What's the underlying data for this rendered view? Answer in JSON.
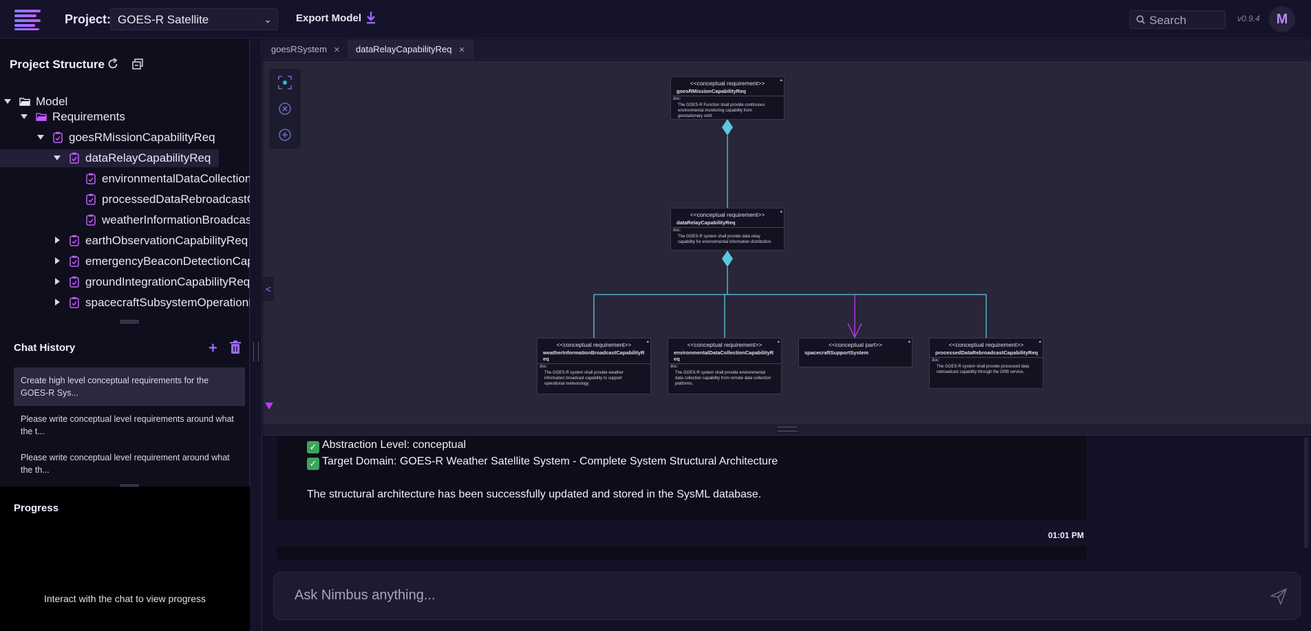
{
  "header": {
    "project_label": "Project:",
    "project_value": "GOES-R Satellite",
    "export_label": "Export Model",
    "search_placeholder": "Search",
    "version": "v0.9.4",
    "avatar_initial": "M"
  },
  "sidebar": {
    "title": "Project Structure",
    "tree": [
      {
        "label": "Model",
        "depth": 0,
        "expand": "down",
        "icon": "folder-open-icon"
      },
      {
        "label": "Requirements",
        "depth": 1,
        "expand": "down",
        "icon": "folder-open-icon"
      },
      {
        "label": "goesRMissionCapabilityReq",
        "depth": 2,
        "expand": "down",
        "icon": "requirement-icon"
      },
      {
        "label": "dataRelayCapabilityReq",
        "depth": 3,
        "expand": "down",
        "icon": "requirement-icon",
        "selected": true
      },
      {
        "label": "environmentalDataCollectionCapabilityReq",
        "depth": 4,
        "expand": "none",
        "icon": "requirement-icon"
      },
      {
        "label": "processedDataRebroadcastCapabilityReq",
        "depth": 4,
        "expand": "none",
        "icon": "requirement-icon"
      },
      {
        "label": "weatherInformationBroadcastCapabilityReq",
        "depth": 4,
        "expand": "none",
        "icon": "requirement-icon"
      },
      {
        "label": "earthObservationCapabilityReq",
        "depth": 3,
        "expand": "right",
        "icon": "requirement-icon"
      },
      {
        "label": "emergencyBeaconDetectionCapabilityReq",
        "depth": 3,
        "expand": "right",
        "icon": "requirement-icon"
      },
      {
        "label": "groundIntegrationCapabilityReq",
        "depth": 3,
        "expand": "right",
        "icon": "requirement-icon"
      },
      {
        "label": "spacecraftSubsystemOperationReq",
        "depth": 3,
        "expand": "right",
        "icon": "requirement-icon"
      }
    ],
    "chat_history_title": "Chat History",
    "chats": [
      "Create high level conceptual requirements for the GOES-R Sys...",
      "Please write conceptual level requirements around what the t...",
      "Please write conceptual level requirement around what the th..."
    ],
    "progress_title": "Progress",
    "progress_hint": "Interact with the chat to view progress"
  },
  "tabs": [
    {
      "label": "goesRSystem",
      "active": false
    },
    {
      "label": "dataRelayCapabilityReq",
      "active": true
    }
  ],
  "diagram": {
    "nodes": [
      {
        "id": "n1",
        "stereotype": "<<conceptual requirement>>",
        "name": "goesRMissionCapabilityReq",
        "doc_label": "doc:",
        "doc": "The GOES-R Function shall provide continuous environmental monitoring capability from geostationary orbit."
      },
      {
        "id": "n2",
        "stereotype": "<<conceptual requirement>>",
        "name": "dataRelayCapabilityReq",
        "doc_label": "doc:",
        "doc": "The GOES-R system shall provide data relay capability for environmental information distribution."
      },
      {
        "id": "n3",
        "stereotype": "<<conceptual requirement>>",
        "name": "weatherInformationBroadcastCapabilityReq",
        "doc_label": "doc:",
        "doc": "The GOES-R system shall provide weather information broadcast capability to support operational meteorology."
      },
      {
        "id": "n4",
        "stereotype": "<<conceptual requirement>>",
        "name": "environmentalDataCollectionCapabilityReq",
        "doc_label": "doc:",
        "doc": "The GOES-R system shall provide environmental data collection capability from remote data collection platforms."
      },
      {
        "id": "n5",
        "stereotype": "<<conceptual part>>",
        "name": "spacecraftSupportSystem",
        "doc_label": "",
        "doc": ""
      },
      {
        "id": "n6",
        "stereotype": "<<conceptual requirement>>",
        "name": "processedDataRebroadcastCapabilityReq",
        "doc_label": "doc:",
        "doc": "The GOES-R system shall provide processed data rebroadcast capability through the GRB service."
      }
    ],
    "colors": {
      "connector": "#5bc8e0",
      "part_link": "#c23cff"
    }
  },
  "chat": {
    "lines": [
      "Abstraction Level: conceptual",
      "Target Domain: GOES-R Weather Satellite System - Complete System Structural Architecture",
      "The structural architecture has been successfully updated and stored in the SysML database."
    ],
    "check_glyph": "✓",
    "time": "01:01 PM",
    "input_placeholder": "Ask Nimbus anything..."
  }
}
